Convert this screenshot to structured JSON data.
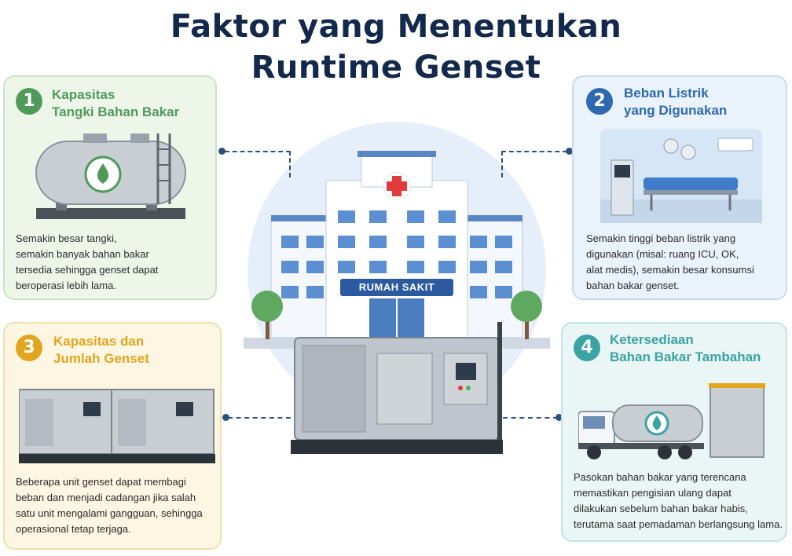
{
  "title": {
    "line1": "Faktor yang Menentukan",
    "line2": "Runtime Genset"
  },
  "center": {
    "hospital_sign": "RUMAH SAKIT"
  },
  "factors": [
    {
      "number": "1",
      "title_line1": "Kapasitas",
      "title_line2": "Tangki Bahan Bakar",
      "text": [
        "Semakin besar tangki,",
        "semakin banyak bahan bakar",
        "tersedia sehingga genset dapat",
        "beroperasi lebih lama."
      ],
      "accent": "#4f9a5b"
    },
    {
      "number": "2",
      "title_line1": "Beban Listrik",
      "title_line2": "yang Digunakan",
      "text": [
        "Semakin tinggi beban listrik yang",
        "digunakan (misal: ruang ICU, OK,",
        "alat medis), semakin besar konsumsi",
        "bahan bakar genset."
      ],
      "accent": "#2f69b0"
    },
    {
      "number": "3",
      "title_line1": "Kapasitas dan",
      "title_line2": "Jumlah Genset",
      "text": [
        "Beberapa unit genset dapat membagi",
        "beban dan menjadi cadangan jika salah",
        "satu unit mengalami gangguan, sehingga",
        "operasional tetap terjaga."
      ],
      "accent": "#e2a51e"
    },
    {
      "number": "4",
      "title_line1": "Ketersediaan",
      "title_line2": "Bahan Bakar Tambahan",
      "text": [
        "Pasokan bahan bakar yang terencana",
        "memastikan pengisian ulang dapat",
        "dilakukan sebelum bahan bakar habis,",
        "terutama saat pemadaman berlangsung lama."
      ],
      "accent": "#3aa3a3"
    }
  ]
}
